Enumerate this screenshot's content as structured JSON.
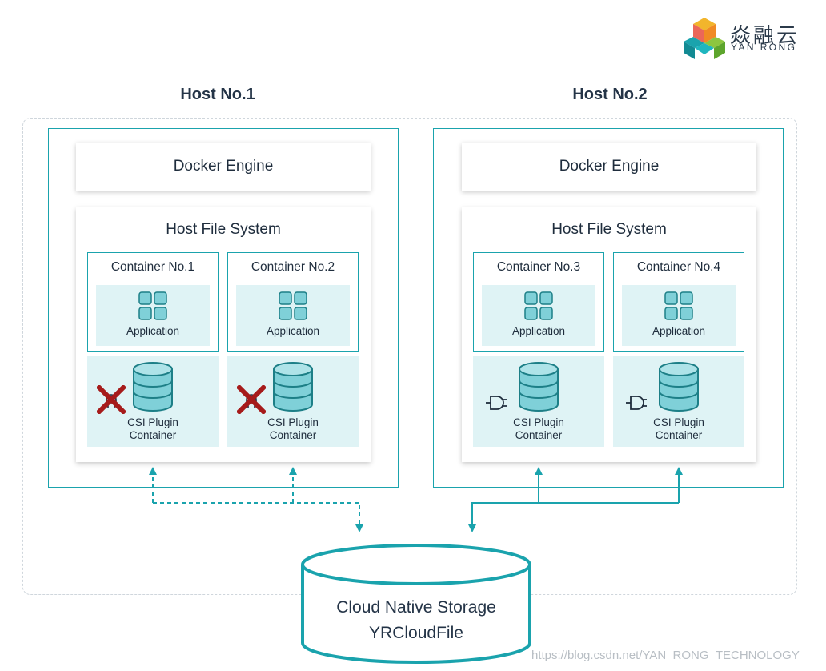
{
  "logo": {
    "name_zh": "焱融云",
    "name_en": "YAN RONG"
  },
  "hosts": [
    {
      "title": "Host  No.1",
      "docker_label": "Docker  Engine",
      "fs_label": "Host  File  System",
      "containers": [
        {
          "label": "Container No.1",
          "app_label": "Application",
          "csi_line1": "CSI  Plugin",
          "csi_line2": "Container",
          "plugin_state": "disconnected",
          "icon": "broken-plug-icon"
        },
        {
          "label": "Container No.2",
          "app_label": "Application",
          "csi_line1": "CSI  Plugin",
          "csi_line2": "Container",
          "plugin_state": "disconnected",
          "icon": "broken-plug-icon"
        }
      ],
      "link_style": "dashed"
    },
    {
      "title": "Host  No.2",
      "docker_label": "Docker  Engine",
      "fs_label": "Host  File  System",
      "containers": [
        {
          "label": "Container No.3",
          "app_label": "Application",
          "csi_line1": "CSI  Plugin",
          "csi_line2": "Container",
          "plugin_state": "connected",
          "icon": "plug-icon"
        },
        {
          "label": "Container No.4",
          "app_label": "Application",
          "csi_line1": "CSI  Plugin",
          "csi_line2": "Container",
          "plugin_state": "connected",
          "icon": "plug-icon"
        }
      ],
      "link_style": "solid"
    }
  ],
  "storage": {
    "line1": "Cloud Native Storage",
    "line2": "YRCloudFile"
  },
  "watermark": "https://blog.csdn.net/YAN_RONG_TECHNOLOGY",
  "colors": {
    "teal": "#1aa3ad",
    "light_teal_fill": "#dff3f5",
    "x_mark": "#a61b1b",
    "dashed_outline": "#cfd6dc",
    "text": "#1f2d3d"
  }
}
